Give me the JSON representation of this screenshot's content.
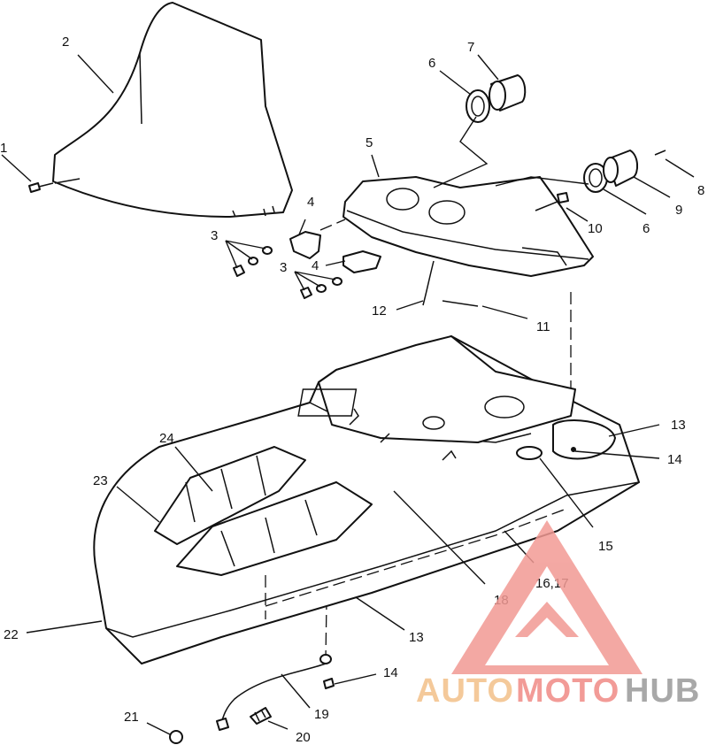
{
  "callouts": {
    "c1": "1",
    "c2": "2",
    "c3a": "3",
    "c3b": "3",
    "c4a": "4",
    "c4b": "4",
    "c5": "5",
    "c6a": "6",
    "c6b": "6",
    "c7": "7",
    "c8": "8",
    "c9": "9",
    "c10": "10",
    "c11": "11",
    "c12": "12",
    "c13a": "13",
    "c13b": "13",
    "c14a": "14",
    "c14b": "14",
    "c15": "15",
    "c1617": "16,17",
    "c18": "18",
    "c19": "19",
    "c20": "20",
    "c21": "21",
    "c22": "22",
    "c23": "23",
    "c24": "24"
  },
  "watermark": {
    "auto": "AUTO",
    "moto": "MOTO",
    "hub": "HUB",
    "colors": {
      "auto": "#f3c089",
      "moto": "#f08a85",
      "hub": "#9a9a9a",
      "triangle": "#f29a94"
    }
  }
}
